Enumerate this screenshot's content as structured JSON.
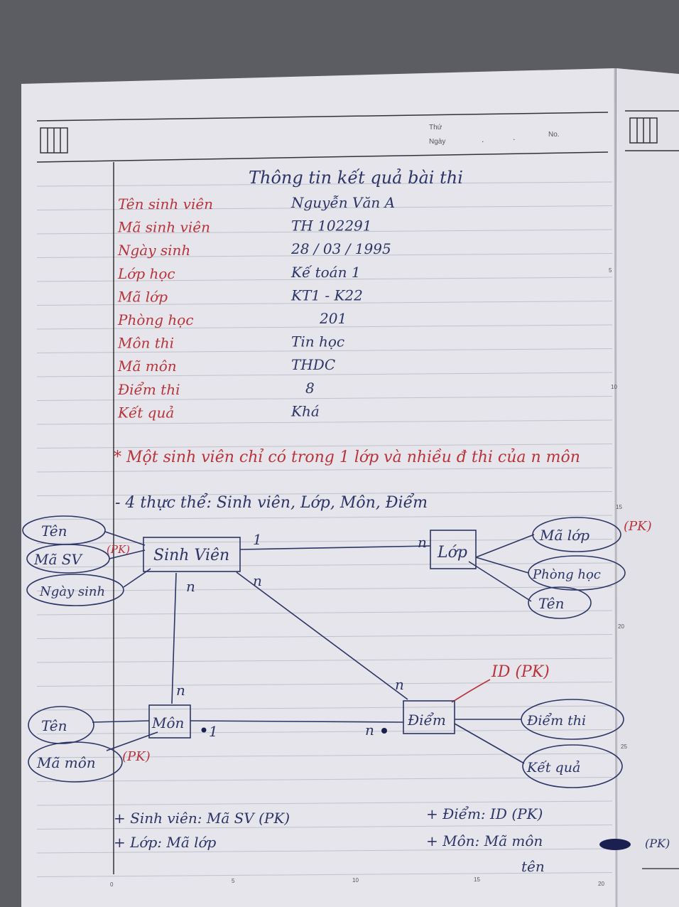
{
  "header": {
    "thu_label": "Thứ",
    "ngay_label": "Ngày",
    "no_label": "No."
  },
  "title": "Thông tin kết quả bài thi",
  "fields": [
    {
      "label": "Tên sinh viên",
      "value": "Nguyễn Văn A"
    },
    {
      "label": "Mã sinh viên",
      "value": "TH 102291"
    },
    {
      "label": "Ngày sinh",
      "value": "28 / 03 / 1995"
    },
    {
      "label": "Lớp học",
      "value": "Kế toán 1"
    },
    {
      "label": "Mã lớp",
      "value": "KT1 - K22"
    },
    {
      "label": "Phòng học",
      "value": "201"
    },
    {
      "label": "Môn thi",
      "value": "Tin học"
    },
    {
      "label": "Mã môn",
      "value": "THDC"
    },
    {
      "label": "Điểm thi",
      "value": "8"
    },
    {
      "label": "Kết quả",
      "value": "Khá"
    }
  ],
  "note": "* Một sinh viên chỉ có trong 1 lớp và nhiều đ thi của n môn",
  "entities_line": "- 4 thực thể: Sinh viên, Lớp, Môn, Điểm",
  "diagram": {
    "entities": {
      "sinh_vien": "Sinh Viên",
      "lop": "Lớp",
      "mon": "Môn",
      "diem": "Điểm"
    },
    "attributes": {
      "sv_ten": "Tên",
      "sv_ma": "Mã SV",
      "sv_ngay_sinh": "Ngày sinh",
      "sv_pk": "(PK)",
      "lop_ma": "Mã lớp",
      "lop_pk": "(PK)",
      "lop_phong": "Phòng học",
      "lop_ten": "Tên",
      "mon_ten": "Tên",
      "mon_ma": "Mã môn",
      "mon_pk": "(PK)",
      "diem_id": "ID (PK)",
      "diem_thi": "Điểm thi",
      "diem_ket_qua": "Kết quả"
    },
    "cardinalities": {
      "sv_lop_1": "1",
      "sv_lop_n": "n",
      "sv_mon_sv": "n",
      "sv_mon_mon": "n",
      "sv_diem_sv": "n",
      "sv_diem_diem": "n",
      "mon_diem_mon": "1",
      "mon_diem_diem": "n"
    }
  },
  "summary": {
    "sv": "+ Sinh viên: Mã SV (PK)",
    "lop": "+ Lớp: Mã lớp",
    "diem": "+ Điểm: ID (PK)",
    "mon": "+ Môn: Mã môn",
    "mon_pk": "(PK)",
    "mon_ten": "tên"
  },
  "colors": {
    "red_ink": "#b8333a",
    "blue_ink": "#2c3566",
    "paper": "#e9e8ee",
    "rule": "#b9bcc8"
  }
}
